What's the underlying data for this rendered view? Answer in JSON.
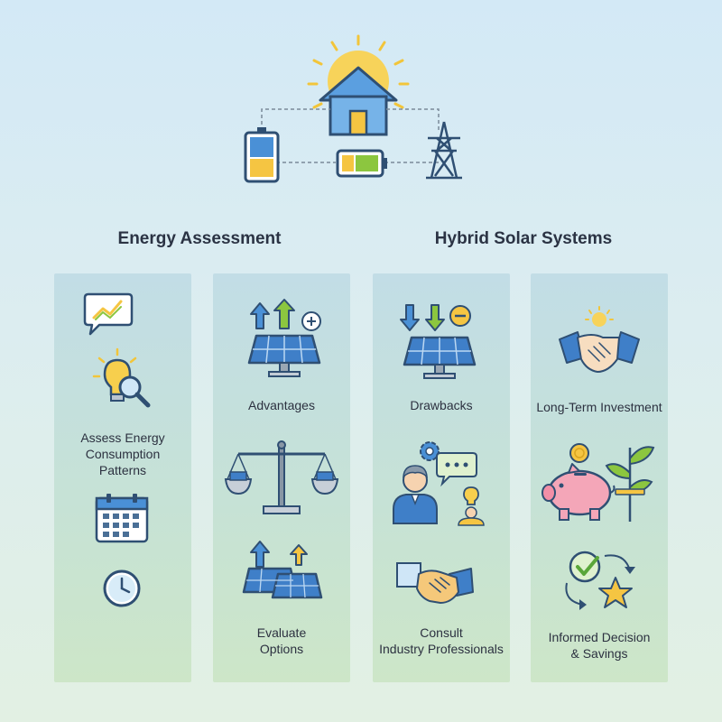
{
  "headings": {
    "left": "Energy Assessment",
    "right": "Hybrid Solar Systems"
  },
  "columns": [
    {
      "id": "col1",
      "labels": [
        "Assess Energy\nConsumption\nPatterns"
      ],
      "icons": [
        "chart-speech-bubble-icon",
        "lightbulb-magnifier-icon",
        "calendar-icon",
        "clock-icon"
      ]
    },
    {
      "id": "col2",
      "labels": [
        "Advantages",
        "Evaluate\nOptions"
      ],
      "icons": [
        "solar-panel-up-arrows-plus-icon",
        "balance-scale-solar-icon",
        "solar-panels-up-arrows-icon"
      ]
    },
    {
      "id": "col3",
      "labels": [
        "Drawbacks",
        "Consult\nIndustry Professionals"
      ],
      "icons": [
        "solar-panel-down-arrows-minus-icon",
        "professional-chat-gear-icon",
        "handshake-icon"
      ]
    },
    {
      "id": "col4",
      "labels": [
        "Long-Term Investment",
        "Informed Decision\n& Savings"
      ],
      "icons": [
        "handshake-sun-icon",
        "piggy-bank-plant-icon",
        "checkmark-star-cycle-icon"
      ]
    }
  ],
  "colors": {
    "outline": "#2f4f73",
    "blue": "#4a90d6",
    "yellow": "#f5c542",
    "green": "#8cc63f",
    "pink": "#f4a6b8",
    "skin": "#f6d3b0"
  }
}
